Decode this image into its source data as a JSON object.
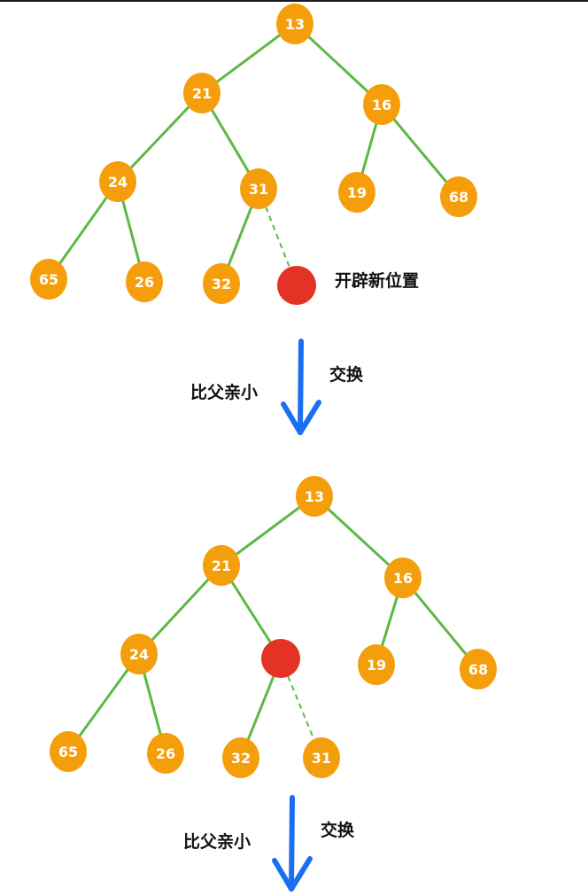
{
  "colors": {
    "node": "#f59e0b",
    "new_node": "#e53227",
    "edge": "#5cb946",
    "arrow": "#1a6ff0",
    "node_text": "#ffffff"
  },
  "trees": [
    {
      "nodes": [
        "13",
        "21",
        "16",
        "24",
        "31",
        "19",
        "68",
        "65",
        "26",
        "32",
        ""
      ],
      "new_node_index": 10,
      "edges": [
        [
          0,
          1
        ],
        [
          0,
          2
        ],
        [
          1,
          3
        ],
        [
          1,
          4
        ],
        [
          2,
          5
        ],
        [
          2,
          6
        ],
        [
          3,
          7
        ],
        [
          3,
          8
        ],
        [
          4,
          9
        ]
      ],
      "dashed_edges": [
        [
          4,
          10
        ]
      ],
      "new_node_label": "开辟新位置"
    },
    {
      "nodes": [
        "13",
        "21",
        "16",
        "24",
        "",
        "19",
        "68",
        "65",
        "26",
        "32",
        "31"
      ],
      "new_node_index": 4,
      "edges": [
        [
          0,
          1
        ],
        [
          0,
          2
        ],
        [
          1,
          3
        ],
        [
          1,
          4
        ],
        [
          2,
          5
        ],
        [
          2,
          6
        ],
        [
          3,
          7
        ],
        [
          3,
          8
        ],
        [
          4,
          9
        ]
      ],
      "dashed_edges": [
        [
          4,
          10
        ]
      ]
    }
  ],
  "steps": [
    {
      "condition": "比父亲小",
      "action": "交换"
    },
    {
      "condition": "比父亲小",
      "action": "交换"
    }
  ]
}
